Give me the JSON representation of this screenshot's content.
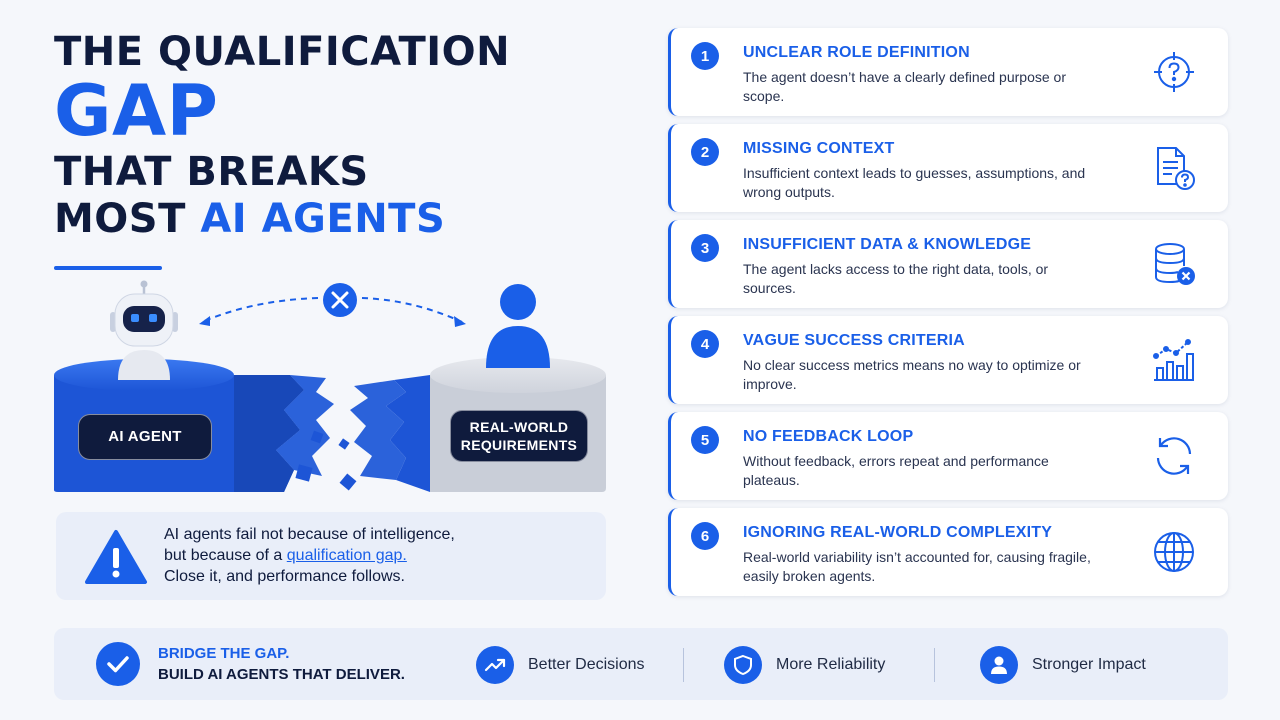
{
  "title": {
    "line1": "THE QUALIFICATION",
    "line2": "GAP",
    "line3": "THAT BREAKS",
    "line4_a": "MOST ",
    "line4_b": "AI AGENTS"
  },
  "illustration": {
    "left_label": "AI AGENT",
    "right_label_1": "REAL-WORLD",
    "right_label_2": "REQUIREMENTS"
  },
  "warning": {
    "line1": "AI agents fail not because of intelligence,",
    "line2_a": "but because of a ",
    "line2_b": "qualification gap.",
    "line3": "Close it, and performance follows."
  },
  "gaps": [
    {
      "num": "1",
      "title": "UNCLEAR ROLE DEFINITION",
      "desc": "The agent doesn’t have a clearly defined purpose or scope.",
      "icon": "target-question-icon"
    },
    {
      "num": "2",
      "title": "MISSING CONTEXT",
      "desc": "Insufficient context leads to guesses, assumptions, and wrong outputs.",
      "icon": "document-question-icon"
    },
    {
      "num": "3",
      "title": "INSUFFICIENT DATA & KNOWLEDGE",
      "desc": "The agent lacks access to the right data, tools, or sources.",
      "icon": "database-x-icon"
    },
    {
      "num": "4",
      "title": "VAGUE SUCCESS CRITERIA",
      "desc": "No clear success metrics means no way to optimize or improve.",
      "icon": "chart-trend-icon"
    },
    {
      "num": "5",
      "title": "NO FEEDBACK LOOP",
      "desc": "Without feedback, errors repeat and performance plateaus.",
      "icon": "refresh-icon"
    },
    {
      "num": "6",
      "title": "IGNORING REAL-WORLD COMPLEXITY",
      "desc": "Real-world variability isn’t accounted for, causing fragile, easily broken agents.",
      "icon": "globe-icon"
    }
  ],
  "bottom": {
    "bridge_line1": "BRIDGE THE GAP.",
    "bridge_line2": "BUILD AI AGENTS THAT DELIVER.",
    "benefits": [
      {
        "label": "Better Decisions",
        "icon": "trend-up-icon"
      },
      {
        "label": "More Reliability",
        "icon": "shield-icon"
      },
      {
        "label": "Stronger Impact",
        "icon": "person-icon"
      }
    ]
  },
  "colors": {
    "accent": "#1a5fe8",
    "navy": "#0f1b3d",
    "panel": "#e9eef9",
    "background": "#f5f7fb"
  }
}
